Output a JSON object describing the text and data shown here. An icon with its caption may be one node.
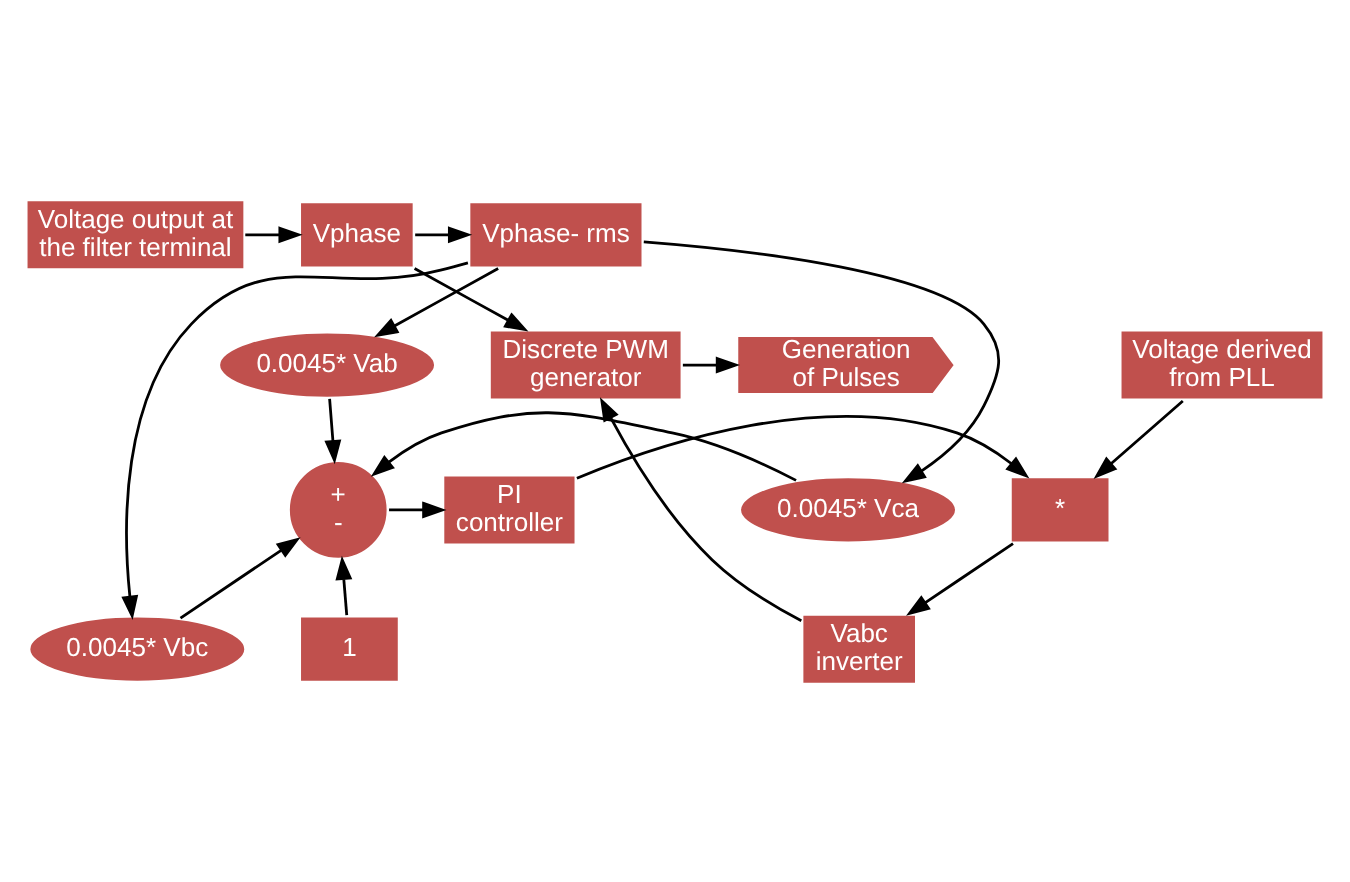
{
  "diagram": {
    "nodes": [
      {
        "text": [
          "Voltage output at the filter terminal"
        ]
      },
      {
        "text": [
          "Vphase"
        ]
      },
      {
        "text": [
          "Vphase- rms"
        ]
      },
      {
        "text": [
          "0.0045* Vab"
        ]
      },
      {
        "text": [
          "Generation of Pulses"
        ]
      },
      {
        "text": [
          "Discrete PWM generator"
        ]
      },
      {
        "text": [
          "0.0045* Vbc"
        ]
      },
      {
        "text": [
          "1"
        ]
      },
      {
        "text": [
          "Vabc inverter"
        ]
      },
      {
        "text": [
          "0.0045* Vca"
        ]
      },
      {
        "text": [
          "+",
          "-"
        ]
      },
      {
        "text": [
          "*"
        ]
      },
      {
        "text": [
          "PI controller"
        ]
      },
      {
        "text": [
          "Voltage derived from PLL"
        ]
      }
    ],
    "edges": [
      {
        "from": 0,
        "to": 1,
        "arrow": "to"
      },
      {
        "from": 1,
        "to": 2,
        "arrow": "to"
      },
      {
        "from": 1,
        "to": 5,
        "arrow": "to"
      },
      {
        "from": 2,
        "to": 3,
        "arrow": "to"
      },
      {
        "from": 2,
        "to": 6,
        "arrow": "to"
      },
      {
        "from": 2,
        "to": 9,
        "arrow": "to"
      },
      {
        "from": 3,
        "to": 10,
        "arrow": "to"
      },
      {
        "from": 6,
        "to": 10,
        "arrow": "to"
      },
      {
        "from": 9,
        "to": 10,
        "arrow": "to"
      },
      {
        "from": 7,
        "to": 10,
        "arrow": "to"
      },
      {
        "from": 10,
        "to": 12,
        "arrow": "to"
      },
      {
        "from": 12,
        "to": 11,
        "arrow": "to"
      },
      {
        "from": 13,
        "to": 11,
        "arrow": "to"
      },
      {
        "from": 11,
        "to": 8,
        "arrow": "to"
      },
      {
        "from": 8,
        "to": 5,
        "arrow": "to"
      },
      {
        "from": 5,
        "to": 4,
        "arrow": "to"
      }
    ]
  }
}
